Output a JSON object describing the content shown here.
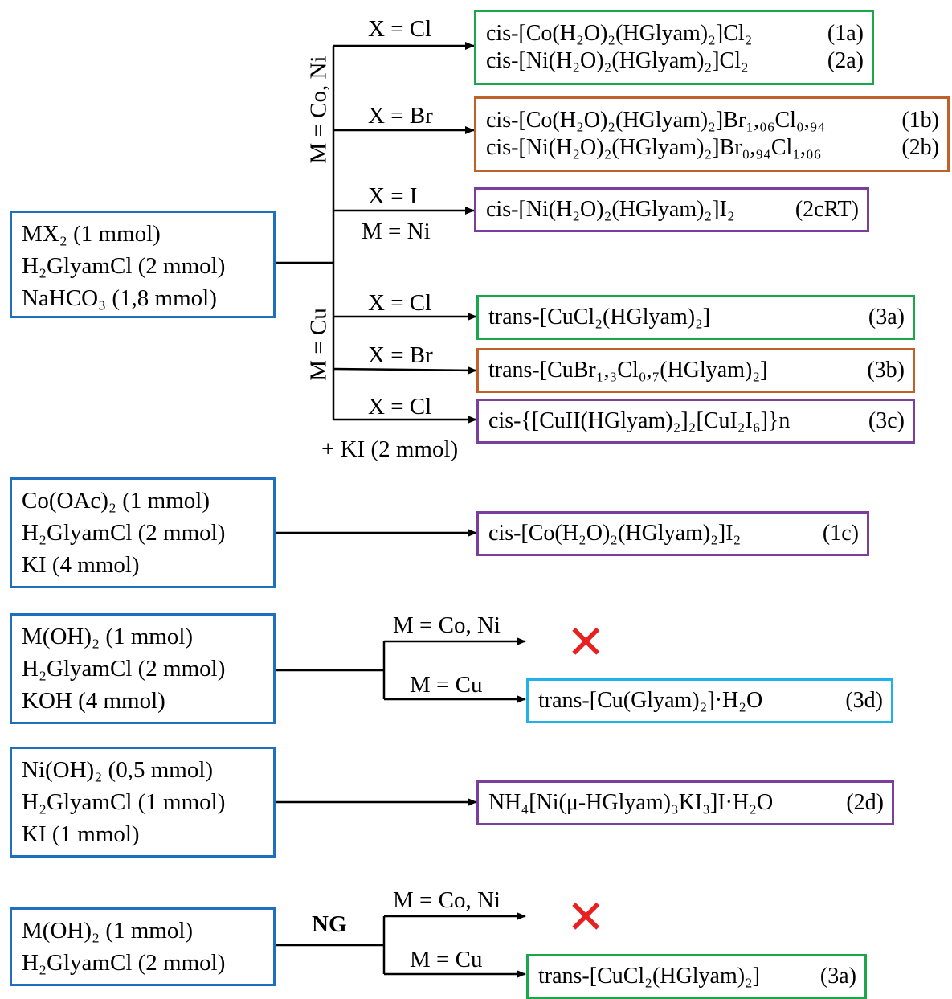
{
  "block1": {
    "reagents": [
      "MX₂ (1 mmol)",
      "H₂GlyamCl (2 mmol)",
      "NaHCO₃ (1,8 mmol)"
    ],
    "branch_CoNi": "M = Co, Ni",
    "branch_Cu": "M = Cu",
    "conditions": {
      "cl1": "X = Cl",
      "br1": "X = Br",
      "i1": "X = I",
      "i1_metal": "M = Ni",
      "cl2": "X = Cl",
      "br2": "X = Br",
      "cl3": "X = Cl",
      "ki_add": "+ KI (2 mmol)"
    },
    "products": {
      "p1a": "cis-[Co(H₂O)₂(HGlyam)₂]Cl₂",
      "l1a": "(1a)",
      "p2a": "cis-[Ni(H₂O)₂(HGlyam)₂]Cl₂",
      "l2a": "(2a)",
      "p1b": "cis-[Co(H₂O)₂(HGlyam)₂]Br₁,₀₆Cl₀,₉₄",
      "l1b": "(1b)",
      "p2b": "cis-[Ni(H₂O)₂(HGlyam)₂]Br₀,₉₄Cl₁,₀₆",
      "l2b": "(2b)",
      "p2c": "cis-[Ni(H₂O)₂(HGlyam)₂]I₂",
      "l2c": "(2cRT)",
      "p3a": "trans-[CuCl₂(HGlyam)₂]",
      "l3a": "(3a)",
      "p3b": "trans-[CuBr₁,₃Cl₀,₇(HGlyam)₂]",
      "l3b": "(3b)",
      "p3c": "cis-{[CuII(HGlyam)₂]₂[CuI₂I₆]}n",
      "l3c": "(3c)"
    }
  },
  "block2": {
    "reagents": [
      "Co(OAc)₂ (1 mmol)",
      "H₂GlyamCl (2 mmol)",
      "KI (4 mmol)"
    ],
    "product": "cis-[Co(H₂O)₂(HGlyam)₂]I₂",
    "label": "(1c)"
  },
  "block3": {
    "reagents": [
      "M(OH)₂ (1 mmol)",
      "H₂GlyamCl (2 mmol)",
      "KOH (4 mmol)"
    ],
    "cond_fail": "M = Co, Ni",
    "cond_ok": "M = Cu",
    "product": "trans-[Cu(Glyam)₂]·H₂O",
    "label": "(3d)"
  },
  "block4": {
    "reagents": [
      "Ni(OH)₂ (0,5 mmol)",
      "H₂GlyamCl (1 mmol)",
      "KI (1 mmol)"
    ],
    "product": "NH₄[Ni(μ-HGlyam)₃KI₃]I·H₂O",
    "label": "(2d)"
  },
  "block5": {
    "reagents": [
      "M(OH)₂ (1 mmol)",
      "H₂GlyamCl (2 mmol)"
    ],
    "method": "NG",
    "cond_fail": "M = Co, Ni",
    "cond_ok": "M = Cu",
    "product": "trans-[CuCl₂(HGlyam)₂]",
    "label": "(3a)"
  },
  "colors": {
    "source_border": "#1f6fbf",
    "green": "#1aa64a",
    "orange": "#c0602a",
    "purple": "#7a3f9d",
    "cyan": "#1fb2ea",
    "cross": "#e82020"
  },
  "icons": {
    "no_reaction": "cross-icon"
  }
}
